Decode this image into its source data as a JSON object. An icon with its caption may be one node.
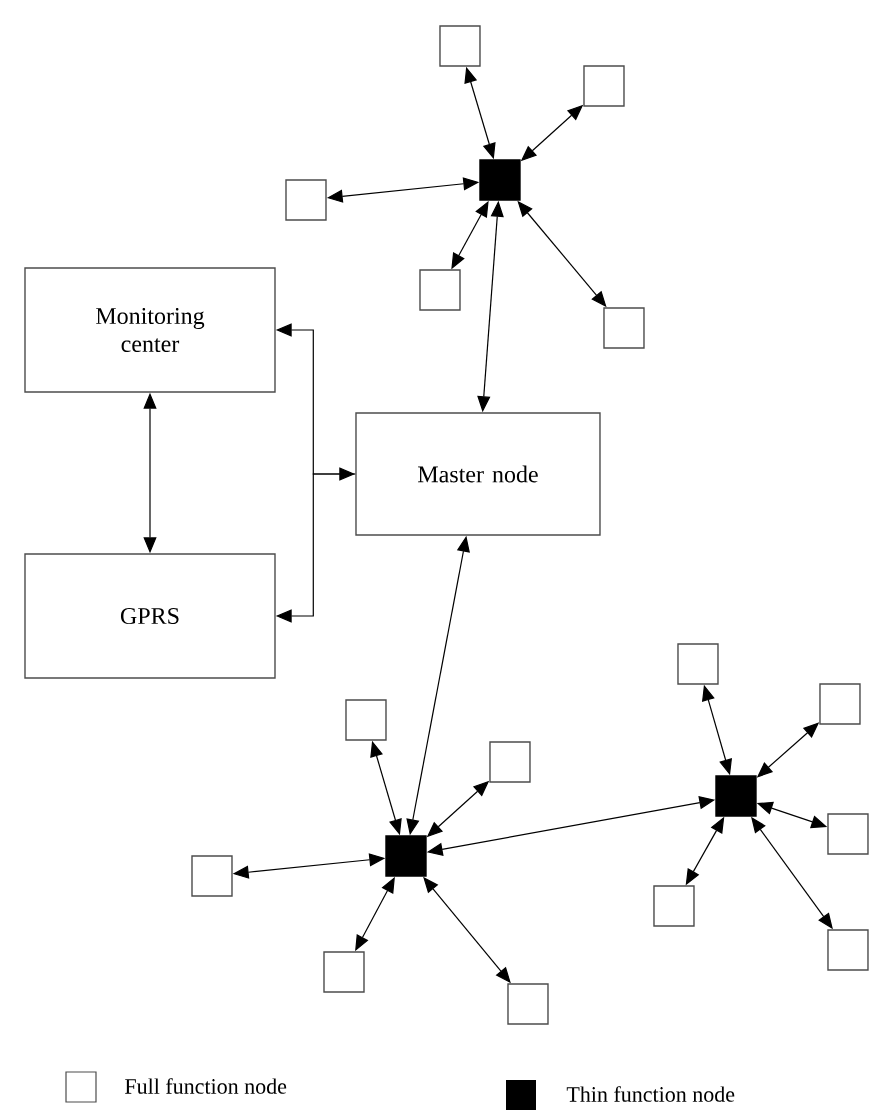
{
  "diagram": {
    "nodes": [
      {
        "text": [],
        "shape": "box"
      },
      {
        "text": [],
        "shape": "box"
      },
      {
        "text": [],
        "shape": "filled-box"
      },
      {
        "text": [],
        "shape": "box"
      },
      {
        "text": [
          "Monitoring center"
        ]
      },
      {
        "text": [],
        "shape": "box"
      },
      {
        "text": [],
        "shape": "box"
      },
      {
        "text": [
          "Master node"
        ]
      },
      {
        "text": [
          "GPRS"
        ]
      },
      {
        "text": [],
        "shape": "box"
      },
      {
        "text": [],
        "shape": "box"
      },
      {
        "text": [],
        "shape": "box"
      },
      {
        "text": [],
        "shape": "box"
      },
      {
        "text": [],
        "shape": "filled-box"
      },
      {
        "text": [],
        "shape": "box"
      },
      {
        "text": [],
        "shape": "filled-box"
      },
      {
        "text": [],
        "shape": "box"
      },
      {
        "text": [],
        "shape": "box"
      },
      {
        "text": [],
        "shape": "box"
      },
      {
        "text": [],
        "shape": "box"
      },
      {
        "text": [],
        "shape": "box"
      }
    ],
    "edges": [
      {
        "from": 4,
        "to": 8,
        "arrow": "both"
      },
      {
        "from": 7,
        "to": 4,
        "arrow": "both"
      },
      {
        "from": 7,
        "to": 8,
        "arrow": "to"
      },
      {
        "from": 2,
        "to": 7,
        "arrow": "both"
      },
      {
        "from": 15,
        "to": 7,
        "arrow": "both"
      },
      {
        "from": 15,
        "to": 13,
        "arrow": "both"
      },
      {
        "from": 0,
        "to": 2,
        "arrow": "both"
      },
      {
        "from": 1,
        "to": 2,
        "arrow": "both"
      },
      {
        "from": 3,
        "to": 2,
        "arrow": "both"
      },
      {
        "from": 5,
        "to": 2,
        "arrow": "both"
      },
      {
        "from": 6,
        "to": 2,
        "arrow": "both"
      },
      {
        "from": 11,
        "to": 15,
        "arrow": "both"
      },
      {
        "from": 12,
        "to": 15,
        "arrow": "both"
      },
      {
        "from": 16,
        "to": 15,
        "arrow": "both"
      },
      {
        "from": 19,
        "to": 15,
        "arrow": "both"
      },
      {
        "from": 20,
        "to": 15,
        "arrow": "both"
      },
      {
        "from": 9,
        "to": 13,
        "arrow": "both"
      },
      {
        "from": 10,
        "to": 13,
        "arrow": "both"
      },
      {
        "from": 14,
        "to": 13,
        "arrow": "both"
      },
      {
        "from": 17,
        "to": 13,
        "arrow": "both"
      },
      {
        "from": 18,
        "to": 13,
        "arrow": "both"
      }
    ],
    "legend": [
      {
        "text": "Full function node"
      },
      {
        "text": "Thin function node",
        "color": "#000000"
      }
    ]
  }
}
